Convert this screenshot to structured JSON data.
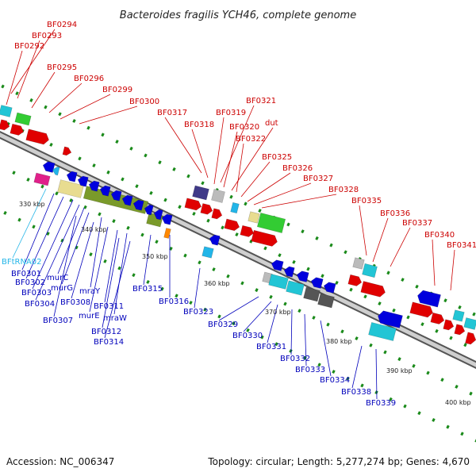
{
  "title": "Bacteroides fragilis YCH46, complete genome",
  "footer": {
    "accession": "Accession: NC_006347",
    "summary": "Topology: circular; Length: 5,277,274 bp; Genes: 4,670"
  },
  "colors": {
    "forward_gene": "#e00000",
    "reverse_gene": "#0000dd",
    "rna_gene": "#22b5e8",
    "forward_label": "#cc0000",
    "reverse_label": "#0000bb",
    "tick": "#1a8a1a"
  },
  "scale_ticks": [
    "330 kbp",
    "340 kbp",
    "350 kbp",
    "360 kbp",
    "370 kbp",
    "380 kbp",
    "390 kbp",
    "400 kbp"
  ],
  "forward_labels": [
    "BF0294",
    "BF0293",
    "BF0292",
    "BF0295",
    "BF0296",
    "BF0299",
    "BF0300",
    "BF0317",
    "BF0318",
    "BF0319",
    "BF0321",
    "BF0320",
    "dut",
    "BF0322",
    "BF0325",
    "BF0326",
    "BF0327",
    "BF0328",
    "BF0335",
    "BF0336",
    "BF0337",
    "BF0340",
    "BF0341"
  ],
  "reverse_labels": [
    "BFtRNA02",
    "BF0301",
    "BF0302",
    "BF0303",
    "BF0304",
    "murC",
    "murG",
    "mraY",
    "BF0308",
    "BF0307",
    "murE",
    "BF0311",
    "mraW",
    "BF0312",
    "BF0314",
    "BF0315",
    "BF0316",
    "BF0323",
    "BF0329",
    "BF0330",
    "BF0331",
    "BF0332",
    "BF0333",
    "BF0334",
    "BF0338",
    "BF0339"
  ]
}
